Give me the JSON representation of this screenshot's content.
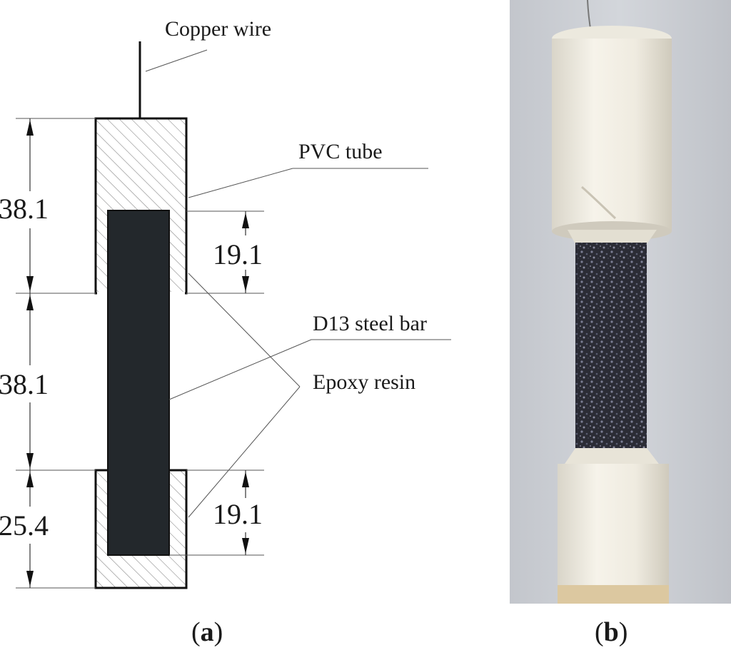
{
  "labels": {
    "copper_wire": "Copper wire",
    "pvc_tube": "PVC tube",
    "steel_bar": "D13 steel bar",
    "epoxy": "Epoxy resin"
  },
  "dimensions": {
    "top_tube": "38.1",
    "middle_gap": "38.1",
    "bottom_tube": "25.4",
    "top_embed": "19.1",
    "bottom_embed": "19.1"
  },
  "panels": {
    "a": "a",
    "b": "b"
  },
  "colors": {
    "steel": "#23282c",
    "pvc": "#efece3",
    "epoxy_dark": "#2a2b33",
    "photo_bg": "#c9ccd3"
  }
}
